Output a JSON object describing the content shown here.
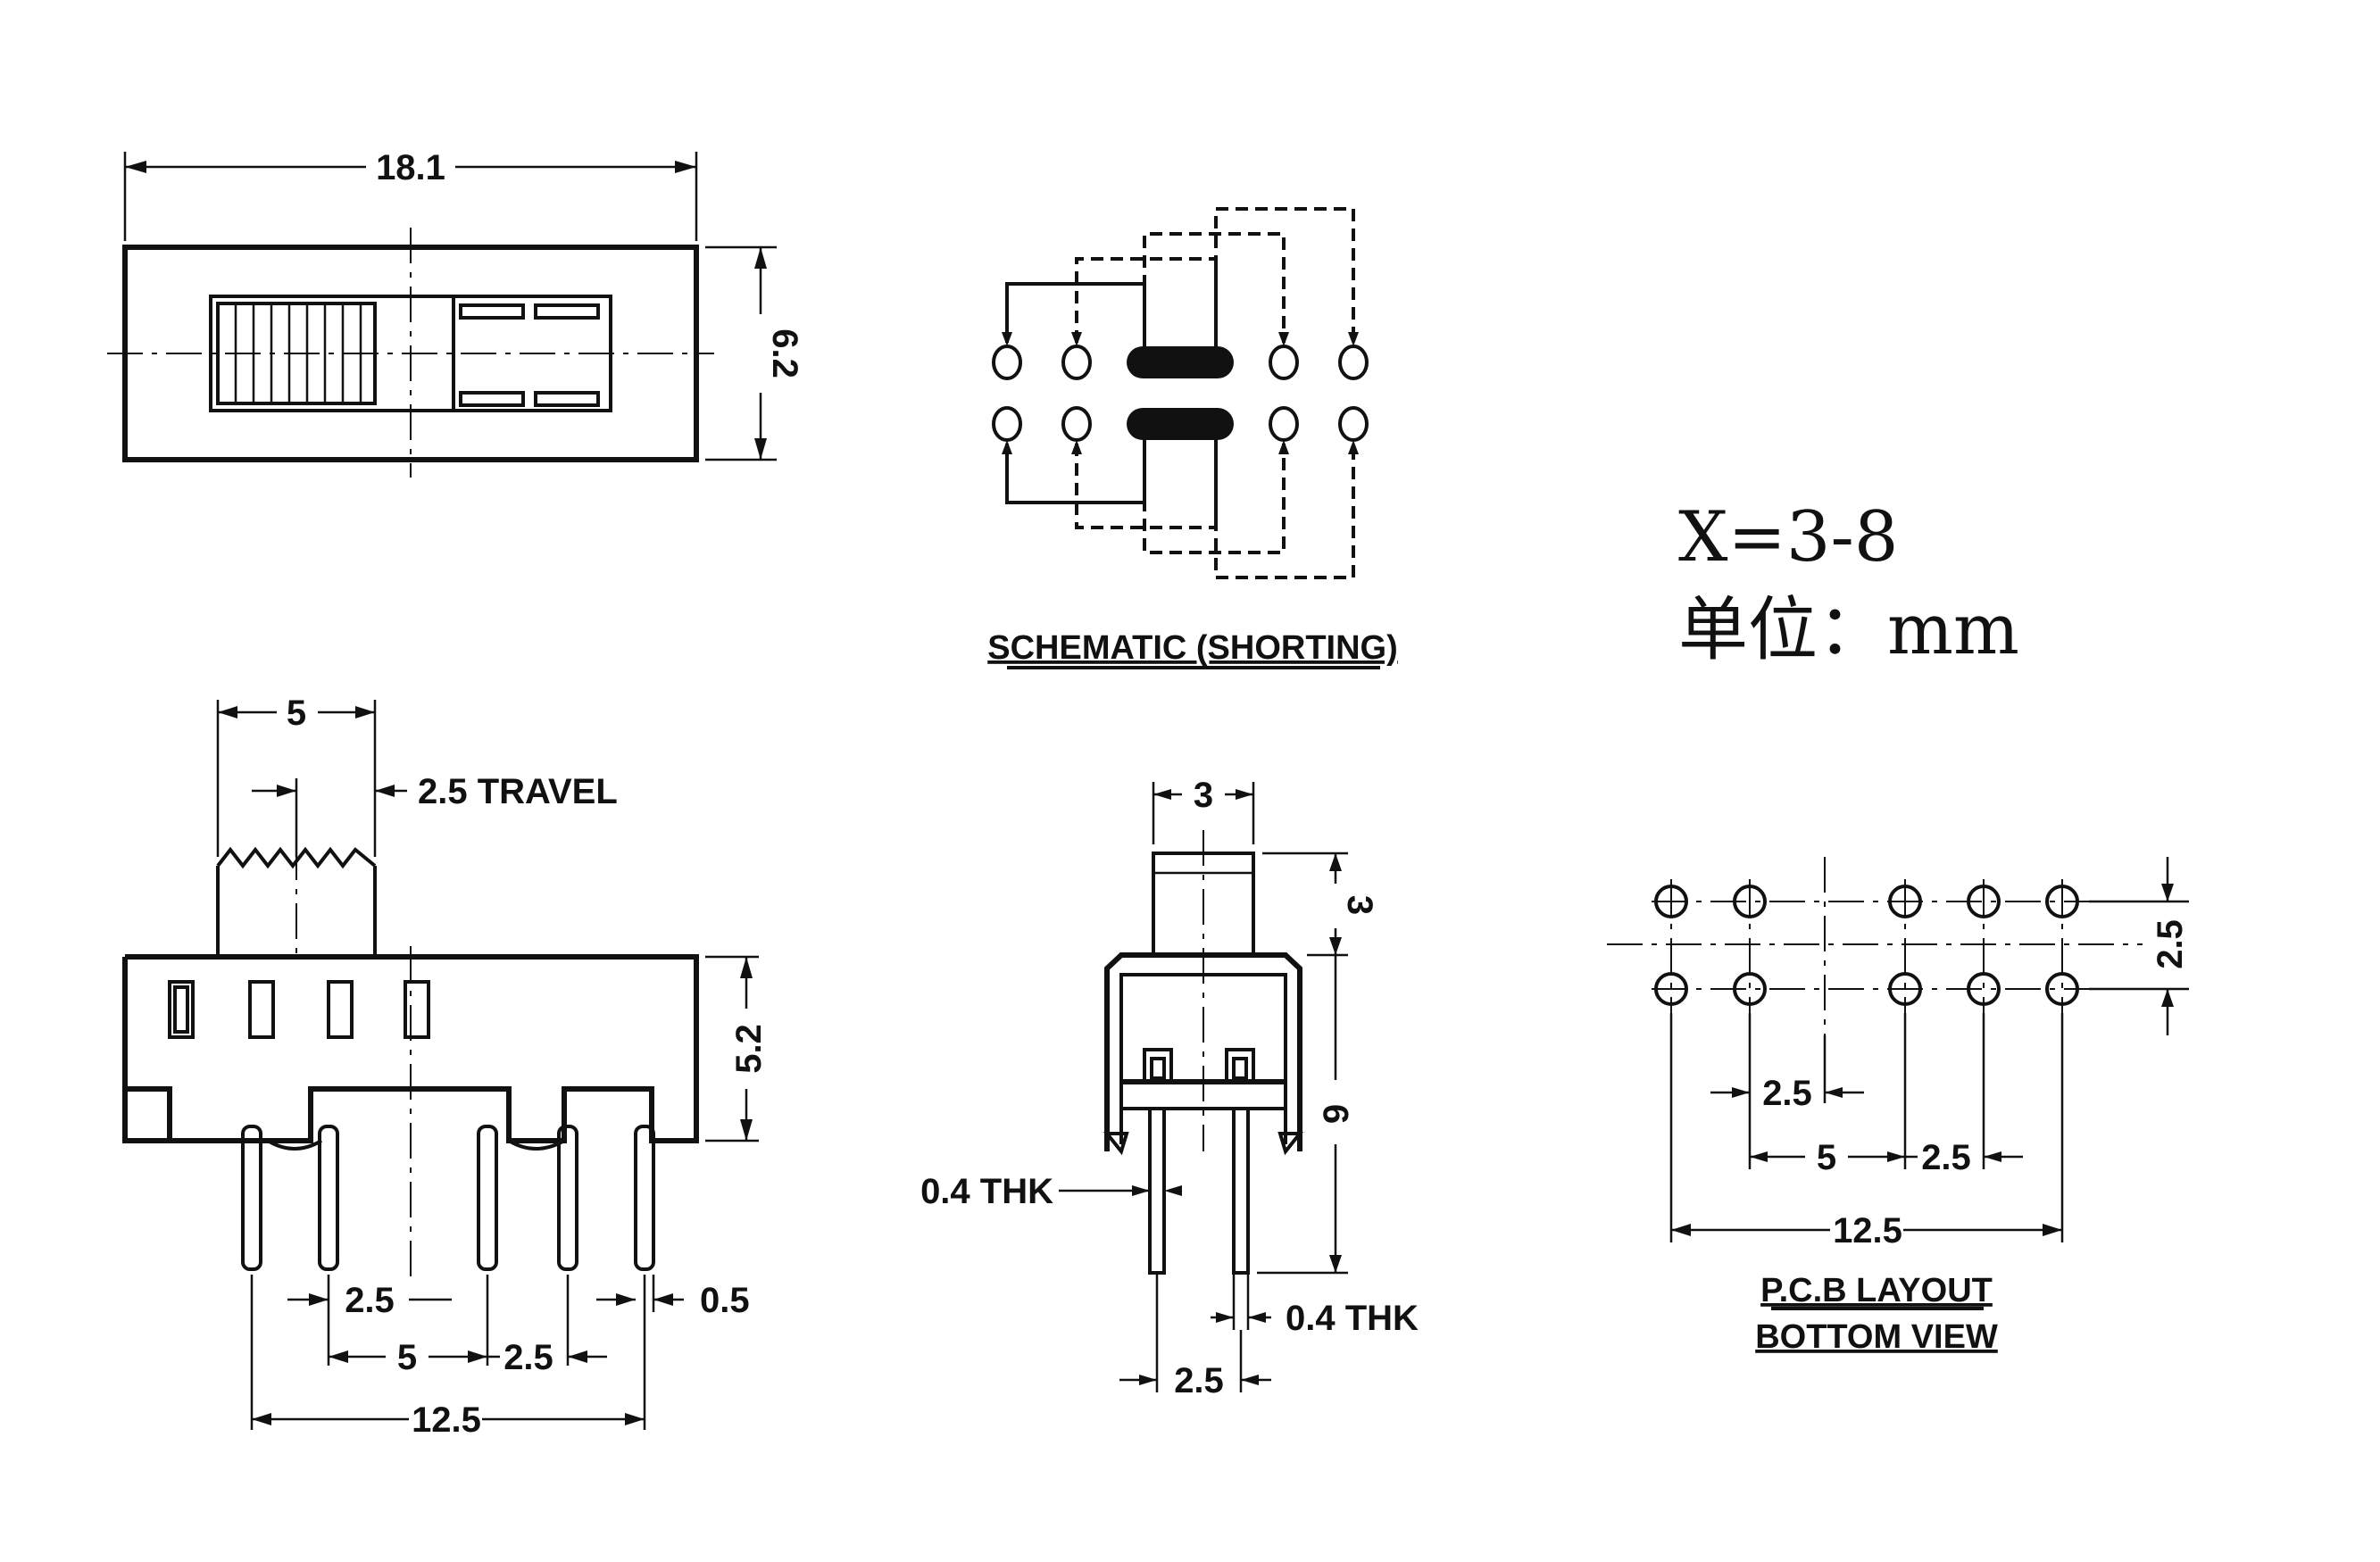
{
  "top_view": {
    "width_label": "18.1",
    "height_label": "6.2"
  },
  "schematic": {
    "caption": "SCHEMATIC (SHORTING)"
  },
  "notes": {
    "positions": "X=3-8",
    "units": "单位：mm"
  },
  "front_view": {
    "actuator_width_label": "5",
    "travel_label": "2.5 TRAVEL",
    "body_height_label": "5.2",
    "pin_pitch_label_a": "2.5",
    "pin_pitch_label_b": "5",
    "pin_pitch_label_c": "2.5",
    "pin_thk_label": "0.5",
    "overall_label": "12.5"
  },
  "side_view": {
    "actuator_width_label": "3",
    "actuator_height_label": "3",
    "pin_length_label": "9",
    "thk_left_label": "0.4 THK",
    "thk_right_label": "0.4 THK",
    "pin_spacing_label": "2.5"
  },
  "pcb_layout": {
    "row_spacing_label": "2.5",
    "pitch_label_a": "2.5",
    "pitch_label_b": "5",
    "pitch_label_c": "2.5",
    "overall_label": "12.5",
    "caption_line1": "P.C.B LAYOUT",
    "caption_line2": "BOTTOM VIEW"
  }
}
